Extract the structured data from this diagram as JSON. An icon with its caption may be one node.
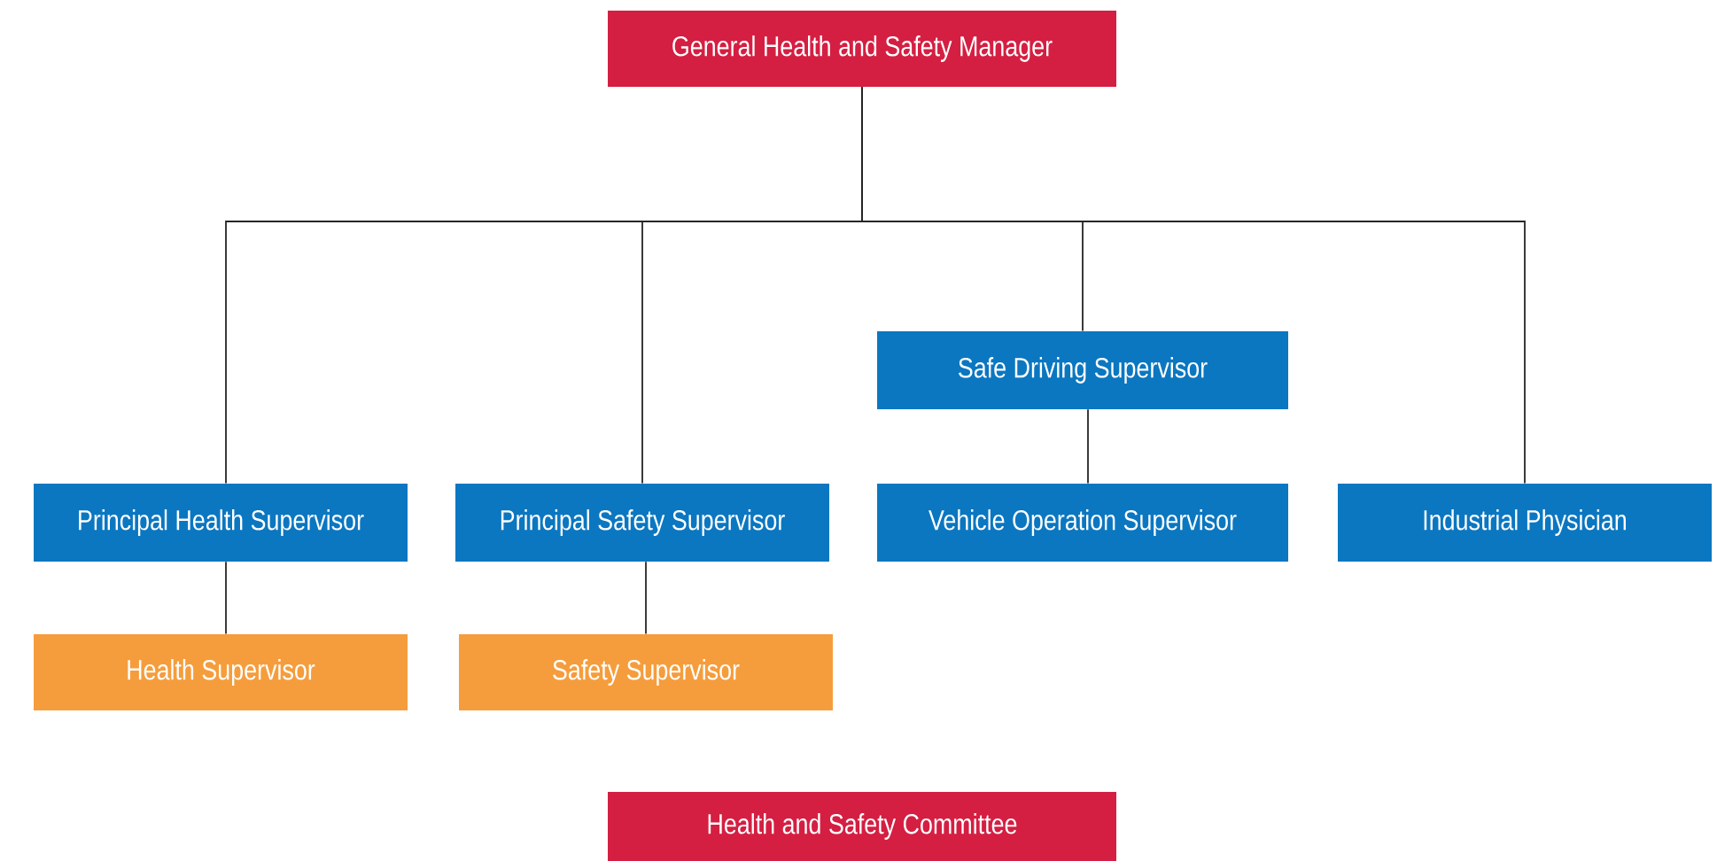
{
  "diagram": {
    "nodes": [
      {
        "text": [
          "General Health and Safety Manager"
        ]
      },
      {
        "text": [
          "Safe Driving Supervisor"
        ]
      },
      {
        "text": [
          "Principal Health Supervisor"
        ]
      },
      {
        "text": [
          "Principal Safety Supervisor"
        ]
      },
      {
        "text": [
          "Vehicle Operation Supervisor"
        ]
      },
      {
        "text": [
          "Industrial Physician"
        ]
      },
      {
        "text": [
          "Health Supervisor"
        ]
      },
      {
        "text": [
          "Safety Supervisor"
        ]
      },
      {
        "text": [
          "Health and Safety Committee"
        ]
      }
    ],
    "edges": [
      {
        "from": 0,
        "to": 2,
        "arrow": "none"
      },
      {
        "from": 0,
        "to": 3,
        "arrow": "none"
      },
      {
        "from": 0,
        "to": 1,
        "arrow": "none"
      },
      {
        "from": 0,
        "to": 5,
        "arrow": "none"
      },
      {
        "from": 2,
        "to": 6,
        "arrow": "none"
      },
      {
        "from": 3,
        "to": 7,
        "arrow": "none"
      },
      {
        "from": 1,
        "to": 4,
        "arrow": "none"
      }
    ]
  }
}
